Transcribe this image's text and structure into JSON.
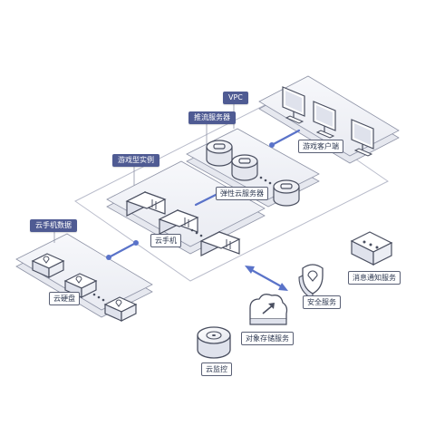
{
  "tags": {
    "vpc": "VPC",
    "push_server": "推流服务器",
    "game_instance": "游戏型实例",
    "phone_data": "云手机数据"
  },
  "labels": {
    "ecs": "弹性云服务器",
    "game_client": "游戏客户端",
    "cloud_phone": "云手机",
    "cloud_disk": "云硬盘",
    "security": "安全服务",
    "notify": "消息通知服务",
    "oss": "对象存储服务",
    "monitor": "云监控"
  },
  "colors": {
    "tag_bg": "#4f5b93",
    "accent_blue": "#5a73c9",
    "outline": "#4a4f60",
    "panel": "#f2f3f7"
  }
}
